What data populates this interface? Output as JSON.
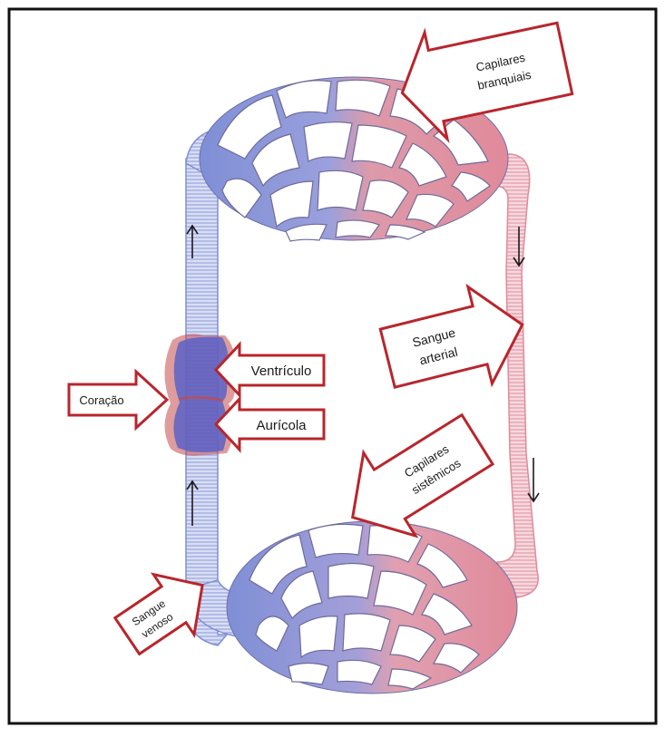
{
  "diagram": {
    "labels": {
      "gill_capillaries": [
        "Capilares",
        "branquiais"
      ],
      "arterial_blood": [
        "Sangue",
        "arterial"
      ],
      "systemic_capillaries": [
        "Capilares",
        "sistêmicos"
      ],
      "heart": "Coração",
      "ventricle": "Ventrículo",
      "atrium": "Aurícola",
      "venous_blood": [
        "Sangue",
        "venoso"
      ]
    },
    "colors": {
      "frame": "#111111",
      "arrow_outline": "#b8262c",
      "venous": "#7f8fd6",
      "arterial": "#e08a9a",
      "heart_blue": "#5a63c8",
      "heart_red": "#c44a4a",
      "direction_arrow": "#1a1a1a"
    },
    "icons": [
      "up-arrow-icon",
      "down-arrow-icon"
    ]
  }
}
